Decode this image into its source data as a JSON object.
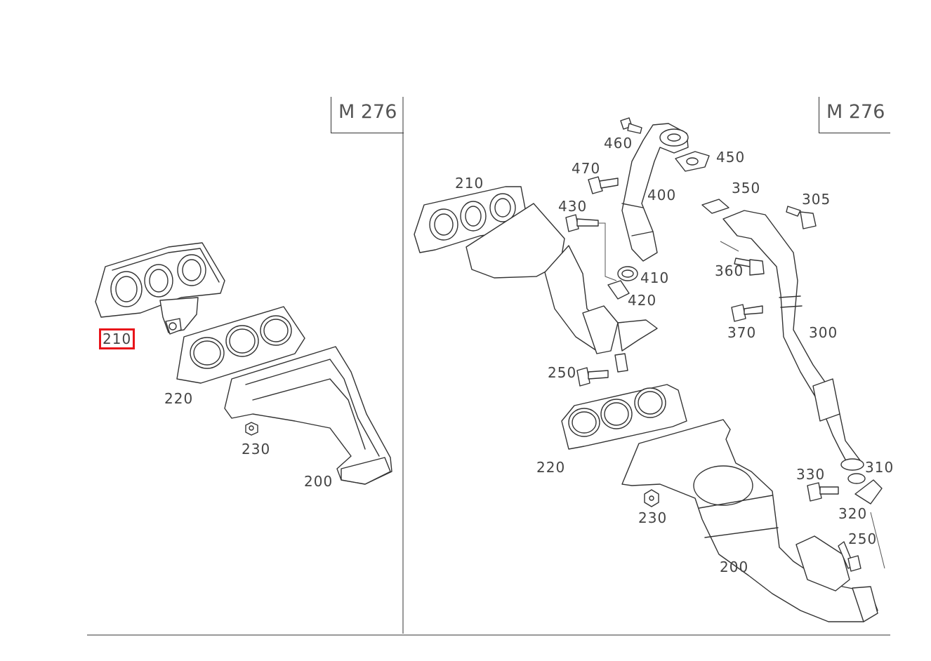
{
  "left_panel": {
    "engine_code": "M 276",
    "callouts": [
      {
        "id": "210",
        "text": "210",
        "selected": true
      },
      {
        "id": "220",
        "text": "220",
        "selected": false
      },
      {
        "id": "230",
        "text": "230",
        "selected": false
      },
      {
        "id": "200",
        "text": "200",
        "selected": false
      }
    ]
  },
  "right_panel": {
    "engine_code": "M 276",
    "callouts": [
      {
        "id": "460",
        "text": "460"
      },
      {
        "id": "450",
        "text": "450"
      },
      {
        "id": "470",
        "text": "470"
      },
      {
        "id": "400",
        "text": "400"
      },
      {
        "id": "210",
        "text": "210"
      },
      {
        "id": "350",
        "text": "350"
      },
      {
        "id": "305",
        "text": "305"
      },
      {
        "id": "430",
        "text": "430"
      },
      {
        "id": "410",
        "text": "410"
      },
      {
        "id": "360",
        "text": "360"
      },
      {
        "id": "420",
        "text": "420"
      },
      {
        "id": "370",
        "text": "370"
      },
      {
        "id": "300",
        "text": "300"
      },
      {
        "id": "250a",
        "text": "250"
      },
      {
        "id": "220",
        "text": "220"
      },
      {
        "id": "330",
        "text": "330"
      },
      {
        "id": "310",
        "text": "310"
      },
      {
        "id": "320",
        "text": "320"
      },
      {
        "id": "230",
        "text": "230"
      },
      {
        "id": "250b",
        "text": "250"
      },
      {
        "id": "200",
        "text": "200"
      }
    ]
  },
  "colors": {
    "line": "#333333",
    "highlight": "#e8141a",
    "background": "#ffffff"
  }
}
